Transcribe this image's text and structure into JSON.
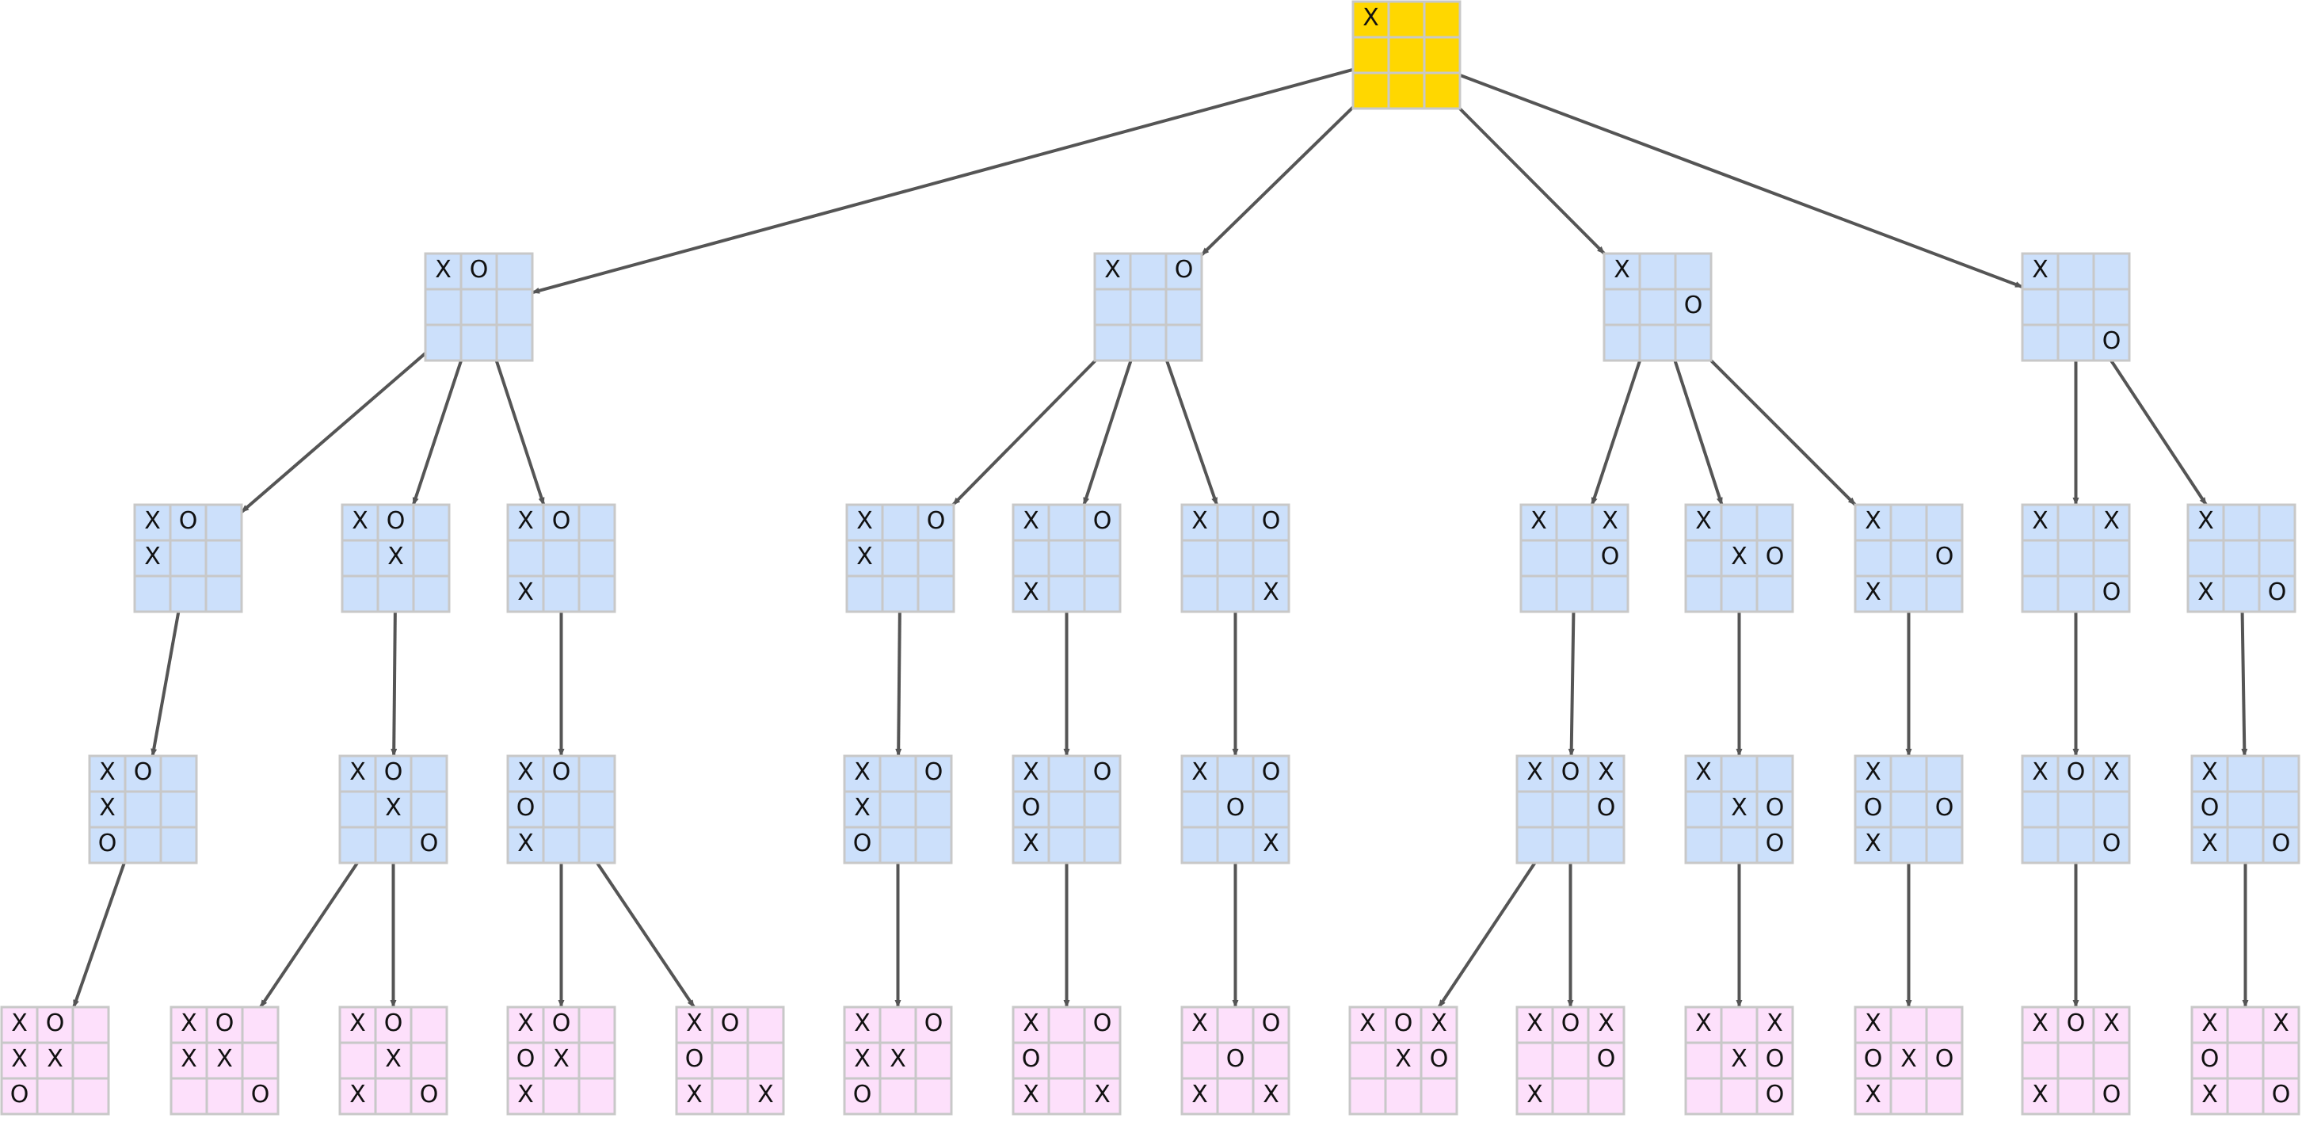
{
  "colors": {
    "root": "#ffd700",
    "internal": "#cce0fb",
    "leaf": "#fde0fb",
    "grid": "#c8c8c8",
    "edge": "#555555"
  },
  "nodes": [
    {
      "id": "root",
      "kind": "root",
      "cells": [
        "X",
        "",
        "",
        "",
        "",
        "",
        "",
        "",
        ""
      ]
    },
    {
      "id": "a",
      "kind": "internal",
      "cells": [
        "X",
        "O",
        "",
        "",
        "",
        "",
        "",
        "",
        ""
      ]
    },
    {
      "id": "b",
      "kind": "internal",
      "cells": [
        "X",
        "",
        "O",
        "",
        "",
        "",
        "",
        "",
        ""
      ]
    },
    {
      "id": "c",
      "kind": "internal",
      "cells": [
        "X",
        "",
        "",
        "",
        "",
        "O",
        "",
        "",
        ""
      ]
    },
    {
      "id": "d",
      "kind": "internal",
      "cells": [
        "X",
        "",
        "",
        "",
        "",
        "",
        "",
        "",
        "O"
      ]
    },
    {
      "id": "a1",
      "kind": "internal",
      "cells": [
        "X",
        "O",
        "",
        "X",
        "",
        "",
        "",
        "",
        ""
      ]
    },
    {
      "id": "a2",
      "kind": "internal",
      "cells": [
        "X",
        "O",
        "",
        "",
        "X",
        "",
        "",
        "",
        ""
      ]
    },
    {
      "id": "a3",
      "kind": "internal",
      "cells": [
        "X",
        "O",
        "",
        "",
        "",
        "",
        "X",
        "",
        ""
      ]
    },
    {
      "id": "b1",
      "kind": "internal",
      "cells": [
        "X",
        "",
        "O",
        "X",
        "",
        "",
        "",
        "",
        ""
      ]
    },
    {
      "id": "b2",
      "kind": "internal",
      "cells": [
        "X",
        "",
        "O",
        "",
        "",
        "",
        "X",
        "",
        ""
      ]
    },
    {
      "id": "b3",
      "kind": "internal",
      "cells": [
        "X",
        "",
        "O",
        "",
        "",
        "",
        "",
        "",
        "X"
      ]
    },
    {
      "id": "c1",
      "kind": "internal",
      "cells": [
        "X",
        "",
        "X",
        "",
        "",
        "O",
        "",
        "",
        ""
      ]
    },
    {
      "id": "c2",
      "kind": "internal",
      "cells": [
        "X",
        "",
        "",
        "",
        "X",
        "O",
        "",
        "",
        ""
      ]
    },
    {
      "id": "c3",
      "kind": "internal",
      "cells": [
        "X",
        "",
        "",
        "",
        "",
        "O",
        "X",
        "",
        ""
      ]
    },
    {
      "id": "d1",
      "kind": "internal",
      "cells": [
        "X",
        "",
        "X",
        "",
        "",
        "",
        "",
        "",
        "O"
      ]
    },
    {
      "id": "d2",
      "kind": "internal",
      "cells": [
        "X",
        "",
        "",
        "",
        "",
        "",
        "X",
        "",
        "O"
      ]
    },
    {
      "id": "a1x",
      "kind": "internal",
      "cells": [
        "X",
        "O",
        "",
        "X",
        "",
        "",
        "O",
        "",
        ""
      ]
    },
    {
      "id": "a2x",
      "kind": "internal",
      "cells": [
        "X",
        "O",
        "",
        "",
        "X",
        "",
        "",
        "",
        "O"
      ]
    },
    {
      "id": "a3x",
      "kind": "internal",
      "cells": [
        "X",
        "O",
        "",
        "O",
        "",
        "",
        "X",
        "",
        ""
      ]
    },
    {
      "id": "b1x",
      "kind": "internal",
      "cells": [
        "X",
        "",
        "O",
        "X",
        "",
        "",
        "O",
        "",
        ""
      ]
    },
    {
      "id": "b2x",
      "kind": "internal",
      "cells": [
        "X",
        "",
        "O",
        "O",
        "",
        "",
        "X",
        "",
        ""
      ]
    },
    {
      "id": "b3x",
      "kind": "internal",
      "cells": [
        "X",
        "",
        "O",
        "",
        "O",
        "",
        "",
        "",
        "X"
      ]
    },
    {
      "id": "c1x",
      "kind": "internal",
      "cells": [
        "X",
        "O",
        "X",
        "",
        "",
        "O",
        "",
        "",
        ""
      ]
    },
    {
      "id": "c2x",
      "kind": "internal",
      "cells": [
        "X",
        "",
        "",
        "",
        "X",
        "O",
        "",
        "",
        "O"
      ]
    },
    {
      "id": "c3x",
      "kind": "internal",
      "cells": [
        "X",
        "",
        "",
        "O",
        "",
        "O",
        "X",
        "",
        ""
      ]
    },
    {
      "id": "d1x",
      "kind": "internal",
      "cells": [
        "X",
        "O",
        "X",
        "",
        "",
        "",
        "",
        "",
        "O"
      ]
    },
    {
      "id": "d2x",
      "kind": "internal",
      "cells": [
        "X",
        "",
        "",
        "O",
        "",
        "",
        "X",
        "",
        "O"
      ]
    },
    {
      "id": "L1",
      "kind": "leaf",
      "cells": [
        "X",
        "O",
        "",
        "X",
        "X",
        "",
        "O",
        "",
        ""
      ]
    },
    {
      "id": "L2",
      "kind": "leaf",
      "cells": [
        "X",
        "O",
        "",
        "X",
        "X",
        "",
        "",
        "",
        "O"
      ]
    },
    {
      "id": "L3",
      "kind": "leaf",
      "cells": [
        "X",
        "O",
        "",
        "",
        "X",
        "",
        "X",
        "",
        "O"
      ]
    },
    {
      "id": "L4",
      "kind": "leaf",
      "cells": [
        "X",
        "O",
        "",
        "O",
        "X",
        "",
        "X",
        "",
        ""
      ]
    },
    {
      "id": "L5",
      "kind": "leaf",
      "cells": [
        "X",
        "O",
        "",
        "O",
        "",
        "",
        "X",
        "",
        "X"
      ]
    },
    {
      "id": "L6",
      "kind": "leaf",
      "cells": [
        "X",
        "",
        "O",
        "X",
        "X",
        "",
        "O",
        "",
        ""
      ]
    },
    {
      "id": "L7",
      "kind": "leaf",
      "cells": [
        "X",
        "",
        "O",
        "O",
        "",
        "",
        "X",
        "",
        "X"
      ]
    },
    {
      "id": "L8",
      "kind": "leaf",
      "cells": [
        "X",
        "",
        "O",
        "",
        "O",
        "",
        "X",
        "",
        "X"
      ]
    },
    {
      "id": "L9",
      "kind": "leaf",
      "cells": [
        "X",
        "O",
        "X",
        "",
        "X",
        "O",
        "",
        "",
        ""
      ]
    },
    {
      "id": "L10",
      "kind": "leaf",
      "cells": [
        "X",
        "O",
        "X",
        "",
        "",
        "O",
        "X",
        "",
        ""
      ]
    },
    {
      "id": "L11",
      "kind": "leaf",
      "cells": [
        "X",
        "",
        "X",
        "",
        "X",
        "O",
        "",
        "",
        "O"
      ]
    },
    {
      "id": "L12",
      "kind": "leaf",
      "cells": [
        "X",
        "",
        "",
        "O",
        "X",
        "O",
        "X",
        "",
        ""
      ]
    },
    {
      "id": "L13",
      "kind": "leaf",
      "cells": [
        "X",
        "O",
        "X",
        "",
        "",
        "",
        "X",
        "",
        "O"
      ]
    },
    {
      "id": "L14",
      "kind": "leaf",
      "cells": [
        "X",
        "",
        "X",
        "O",
        "",
        "",
        "X",
        "",
        "O"
      ]
    }
  ],
  "edges": [
    [
      "root",
      "a"
    ],
    [
      "root",
      "b"
    ],
    [
      "root",
      "c"
    ],
    [
      "root",
      "d"
    ],
    [
      "a",
      "a1"
    ],
    [
      "a",
      "a2"
    ],
    [
      "a",
      "a3"
    ],
    [
      "b",
      "b1"
    ],
    [
      "b",
      "b2"
    ],
    [
      "b",
      "b3"
    ],
    [
      "c",
      "c1"
    ],
    [
      "c",
      "c2"
    ],
    [
      "c",
      "c3"
    ],
    [
      "d",
      "d1"
    ],
    [
      "d",
      "d2"
    ],
    [
      "a1",
      "a1x"
    ],
    [
      "a2",
      "a2x"
    ],
    [
      "a3",
      "a3x"
    ],
    [
      "b1",
      "b1x"
    ],
    [
      "b2",
      "b2x"
    ],
    [
      "b3",
      "b3x"
    ],
    [
      "c1",
      "c1x"
    ],
    [
      "c2",
      "c2x"
    ],
    [
      "c3",
      "c3x"
    ],
    [
      "d1",
      "d1x"
    ],
    [
      "d2",
      "d2x"
    ],
    [
      "a1x",
      "L1"
    ],
    [
      "a2x",
      "L2"
    ],
    [
      "a2x",
      "L3"
    ],
    [
      "a3x",
      "L4"
    ],
    [
      "a3x",
      "L5"
    ],
    [
      "b1x",
      "L6"
    ],
    [
      "b2x",
      "L7"
    ],
    [
      "b3x",
      "L8"
    ],
    [
      "c1x",
      "L9"
    ],
    [
      "c1x",
      "L10"
    ],
    [
      "c2x",
      "L11"
    ],
    [
      "c3x",
      "L12"
    ],
    [
      "d1x",
      "L13"
    ],
    [
      "d2x",
      "L14"
    ]
  ]
}
